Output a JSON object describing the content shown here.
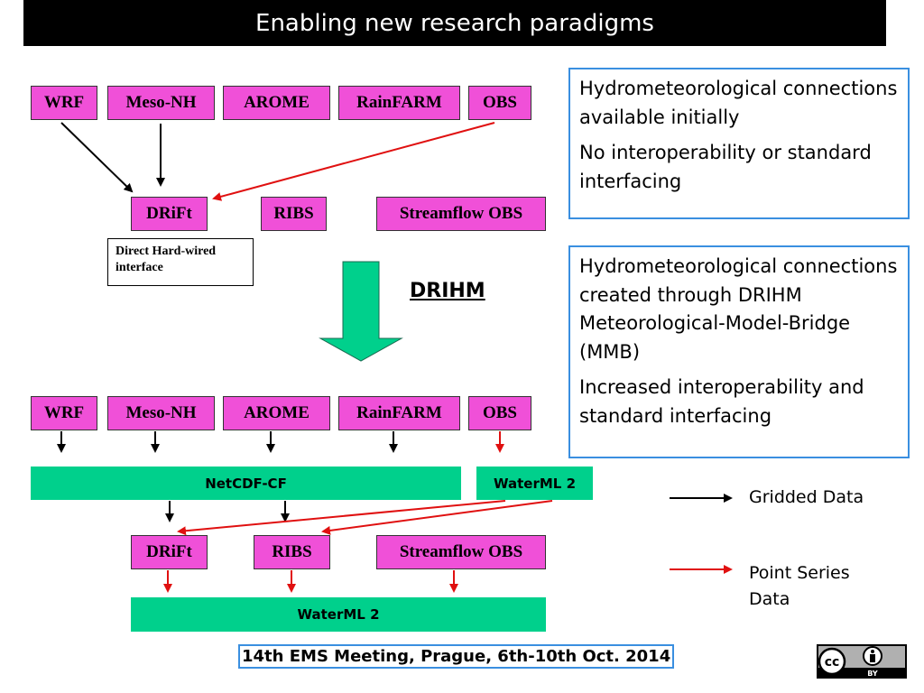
{
  "title": "Enabling new research paradigms",
  "top_models": [
    "WRF",
    "Meso-NH",
    "AROME",
    "RainFARM",
    "OBS"
  ],
  "top_targets": [
    "DRiFt",
    "RIBS",
    "Streamflow OBS"
  ],
  "hardwired_label": "Direct Hard-wired interface",
  "drihm_label": "DRIHM",
  "bottom_models": [
    "WRF",
    "Meso-NH",
    "AROME",
    "RainFARM",
    "OBS"
  ],
  "netcdf_label": "NetCDF-CF",
  "waterml_label": "WaterML 2",
  "bottom_targets": [
    "DRiFt",
    "RIBS",
    "Streamflow OBS"
  ],
  "waterml_bottom_label": "WaterML 2",
  "note1": {
    "line1": "Hydrometeorological connections available initially",
    "line2": "No interoperability or standard interfacing"
  },
  "note2": {
    "line1": "Hydrometeorological connections created through DRIHM Meteorological-Model-Bridge (MMB)",
    "line2": "Increased interoperability and standard interfacing"
  },
  "legend": {
    "gridded": "Gridded Data",
    "point": "Point Series Data",
    "gridded_color": "#000000",
    "point_color": "#e01010"
  },
  "footer": "14th EMS Meeting, Prague, 6th-10th Oct. 2014",
  "license": {
    "cc": "cc",
    "by": "BY"
  },
  "colors": {
    "model_box": "#f050d8",
    "format_bar": "#00d08c",
    "note_border": "#3a8fe0",
    "arrow_green": "#00d08c"
  }
}
